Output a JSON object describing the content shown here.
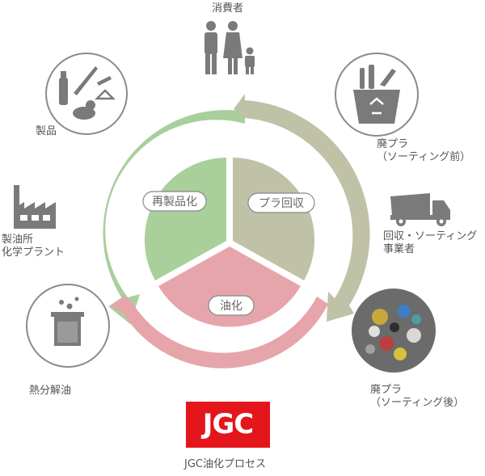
{
  "labels": {
    "consumer": "消費者",
    "waste_before": [
      "廃プラ",
      "（ソーティング前）"
    ],
    "collector": [
      "回収・ソーティング",
      "事業者"
    ],
    "waste_after": [
      "廃プラ",
      "（ソーティング後）"
    ],
    "process": "JGC油化プロセス",
    "pyrolysis": "熱分解油",
    "plant": [
      "製油所",
      "化学プラント"
    ],
    "products": "製品"
  },
  "segments": {
    "remanufacture": "再製品化",
    "collection": "プラ回収",
    "oilification": "油化"
  },
  "logo": {
    "text": "JGC"
  },
  "colors": {
    "green": "#a9cf9a",
    "khaki": "#bfc2a6",
    "pink": "#e6a5ab",
    "icon": "#7a7a7a",
    "logo_red": "#e4161c"
  },
  "icons": [
    "family-icon",
    "recycle-bin-icon",
    "dump-truck-icon",
    "waste-plastic-photo",
    "jgc-logo",
    "beaker-icon",
    "factory-icon",
    "products-icon"
  ]
}
